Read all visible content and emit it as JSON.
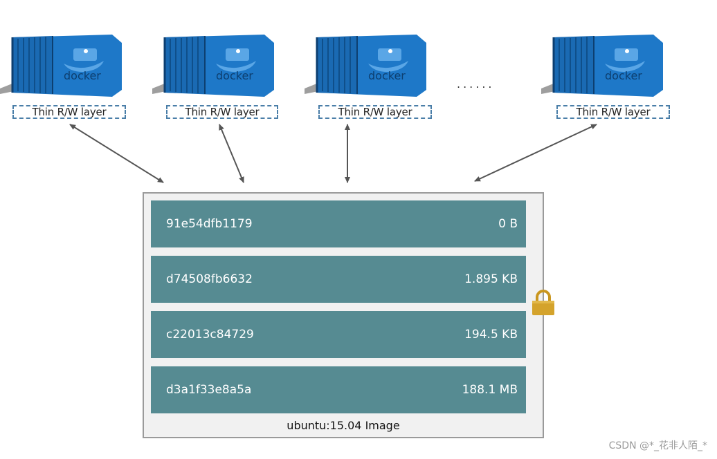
{
  "containers": [
    {
      "logo_text": "docker",
      "label": "Thin R/W layer"
    },
    {
      "logo_text": "docker",
      "label": "Thin R/W layer"
    },
    {
      "logo_text": "docker",
      "label": "Thin R/W layer"
    },
    {
      "logo_text": "docker",
      "label": "Thin R/W layer"
    }
  ],
  "ellipsis": "......",
  "image": {
    "caption": "ubuntu:15.04 Image",
    "layers": [
      {
        "id": "91e54dfb1179",
        "size": "0 B"
      },
      {
        "id": "d74508fb6632",
        "size": "1.895 KB"
      },
      {
        "id": "c22013c84729",
        "size": "194.5 KB"
      },
      {
        "id": "d3a1f33e8a5a",
        "size": "188.1 MB"
      }
    ]
  },
  "lock_icon": "padlock-icon",
  "watermark": "CSDN @*_花非人陌_*",
  "colors": {
    "container_blue": "#1f7fd0",
    "layer_teal": "#568b92",
    "label_border": "#4a7ea8",
    "lock_gold": "#d4a32c",
    "arrow": "#555555"
  }
}
